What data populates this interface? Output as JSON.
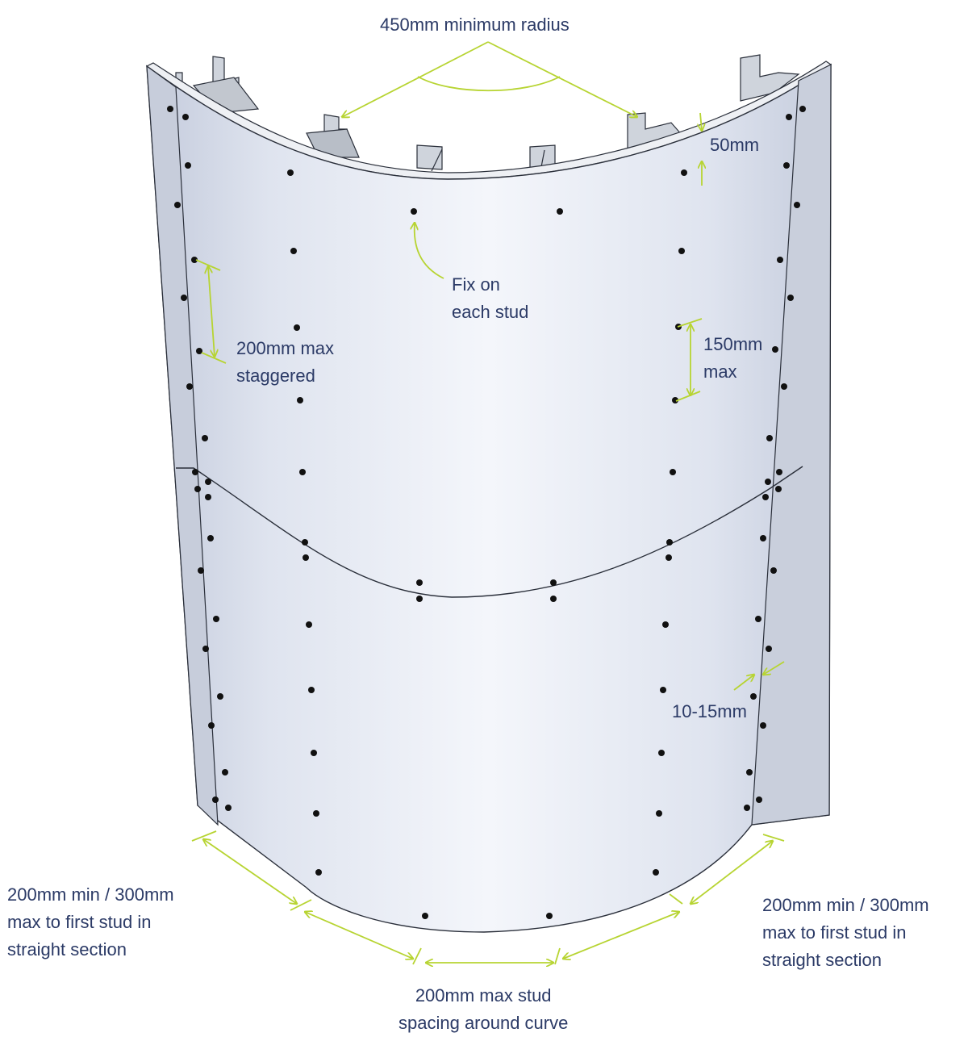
{
  "colors": {
    "panel_light": "#f4f6fb",
    "panel_mid": "#dfe4ef",
    "panel_dark": "#c4cbdc",
    "stud": "#cfd4dc",
    "stud_shadow": "#8d939c",
    "outline": "#2a2f3a",
    "screw": "#111111",
    "dimension": "#b7d432",
    "text": "#2b3a66"
  },
  "labels": {
    "radius": "450mm minimum radius",
    "edge_distance": "50mm",
    "fix_on_stud": [
      "Fix on",
      "each stud"
    ],
    "staggered": [
      "200mm max",
      "staggered"
    ],
    "max150": [
      "150mm",
      "max"
    ],
    "edge_1015": "10-15mm",
    "left_straight": [
      "200mm min / 300mm",
      "max to first stud in",
      "straight section"
    ],
    "right_straight": [
      "200mm min / 300mm",
      "max to first stud in",
      "straight section"
    ],
    "curve_spacing": [
      "200mm max stud",
      "spacing around curve"
    ]
  }
}
